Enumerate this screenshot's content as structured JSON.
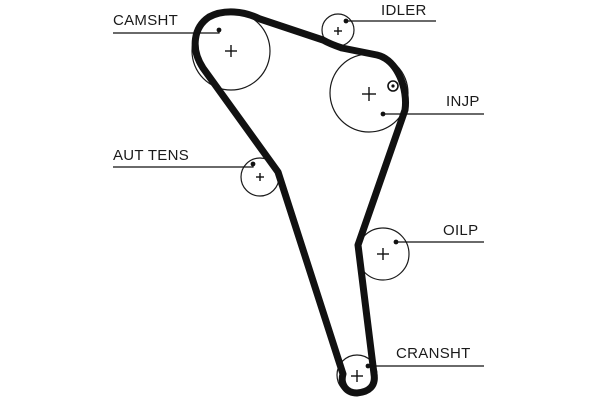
{
  "diagram": {
    "labels": {
      "camshaft": "CAMSHT",
      "idler": "IDLER",
      "injection_pump": "INJP",
      "auto_tensioner": "AUT TENS",
      "oil_pump": "OILP",
      "crankshaft": "CRANSHT"
    },
    "colors": {
      "belt": "#111111",
      "pulley_outline": "#1a1a1a",
      "background": "#ffffff"
    }
  }
}
